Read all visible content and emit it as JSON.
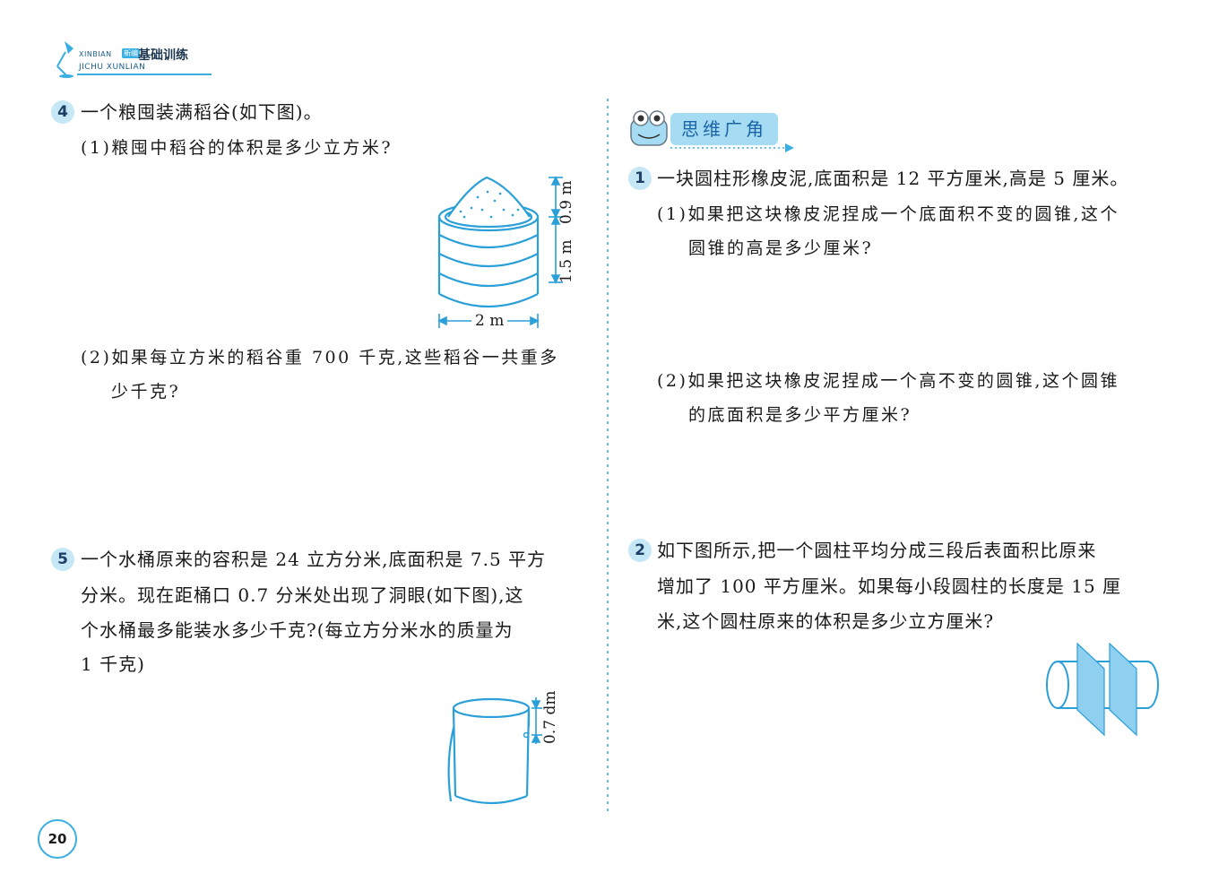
{
  "header": {
    "pinyin_top": "XINBIAN",
    "tag": "新编",
    "series": "基础训练",
    "pinyin_bottom": "JICHU  XUNLIAN"
  },
  "left": {
    "q4": {
      "num": "4",
      "stem": "一个粮囤装满稻谷(如下图)。",
      "p1": "(1)粮囤中稻谷的体积是多少立方米?",
      "fig": {
        "height_top": "0.9 m",
        "height_body": "1.5 m",
        "diameter": "2 m"
      },
      "p2_line1": "(2)如果每立方米的稻谷重 700 千克,这些稻谷一共重多",
      "p2_line2": "少千克?"
    },
    "q5": {
      "num": "5",
      "line1": "一个水桶原来的容积是 24 立方分米,底面积是 7.5 平方",
      "line2": "分米。现在距桶口 0.7 分米处出现了洞眼(如下图),这",
      "line3": "个水桶最多能装水多少千克?(每立方分米水的质量为",
      "line4": "1 千克)",
      "fig": {
        "dist": "0.7 dm"
      }
    }
  },
  "right": {
    "section_title": "思维广角",
    "q1": {
      "num": "1",
      "stem": "一块圆柱形橡皮泥,底面积是 12 平方厘米,高是 5 厘米。",
      "p1_line1": "(1)如果把这块橡皮泥捏成一个底面积不变的圆锥,这个",
      "p1_line2": "圆锥的高是多少厘米?",
      "p2_line1": "(2)如果把这块橡皮泥捏成一个高不变的圆锥,这个圆锥",
      "p2_line2": "的底面积是多少平方厘米?"
    },
    "q2": {
      "num": "2",
      "line1": "如下图所示,把一个圆柱平均分成三段后表面积比原来",
      "line2": "增加了 100 平方厘米。如果每小段圆柱的长度是 15 厘",
      "line3": "米,这个圆柱原来的体积是多少立方厘米?"
    }
  },
  "page_number": "20",
  "colors": {
    "accent": "#3aaee0",
    "badge": "#c6e8f6",
    "section": "#a6dcf3"
  }
}
